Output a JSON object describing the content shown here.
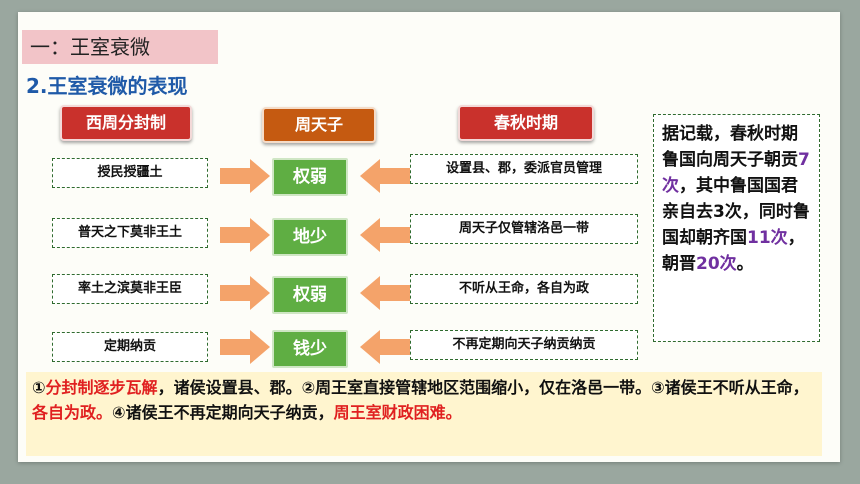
{
  "section_title": "一：王室衰微",
  "subtitle": "2.王室衰微的表现",
  "headers": {
    "left": "西周分封制",
    "center": "周天子",
    "right": "春秋时期"
  },
  "rows": [
    {
      "left": "授民授疆土",
      "center": "权弱",
      "right": "设置县、郡，委派官员管理"
    },
    {
      "left": "普天之下莫非王土",
      "center": "地少",
      "right": "周天子仅管辖洛邑一带"
    },
    {
      "left": "率土之滨莫非王臣",
      "center": "权弱",
      "right": "不听从王命，各自为政"
    },
    {
      "left": "定期纳贡",
      "center": "钱少",
      "right": "不再定期向天子纳贡纳贡"
    }
  ],
  "side_note": {
    "p1": "据记载，春秋时期鲁国向周天子朝贡",
    "n1": "7次",
    "p2": "，其中鲁国国君亲自去3次，同时鲁国却朝齐国",
    "n2": "11次",
    "p3": "，朝晋",
    "n3": "20次",
    "p4": "。"
  },
  "summary": {
    "s1": "①",
    "r1": "分封制逐步瓦解",
    "s2": "，诸侯设置县、郡。②周王室直接管辖地区范围缩小，仅在洛邑一带。③诸侯王不听从王命，",
    "r2": "各自为政。",
    "s3": "④诸侯王不再定期向天子纳贡，",
    "r3": "周王室财政困难。"
  },
  "colors": {
    "accent_red": "#c9312c",
    "accent_orange": "#c55a11",
    "green": "#5fae43",
    "arrow": "#f4a36a",
    "purple": "#7030a0"
  }
}
